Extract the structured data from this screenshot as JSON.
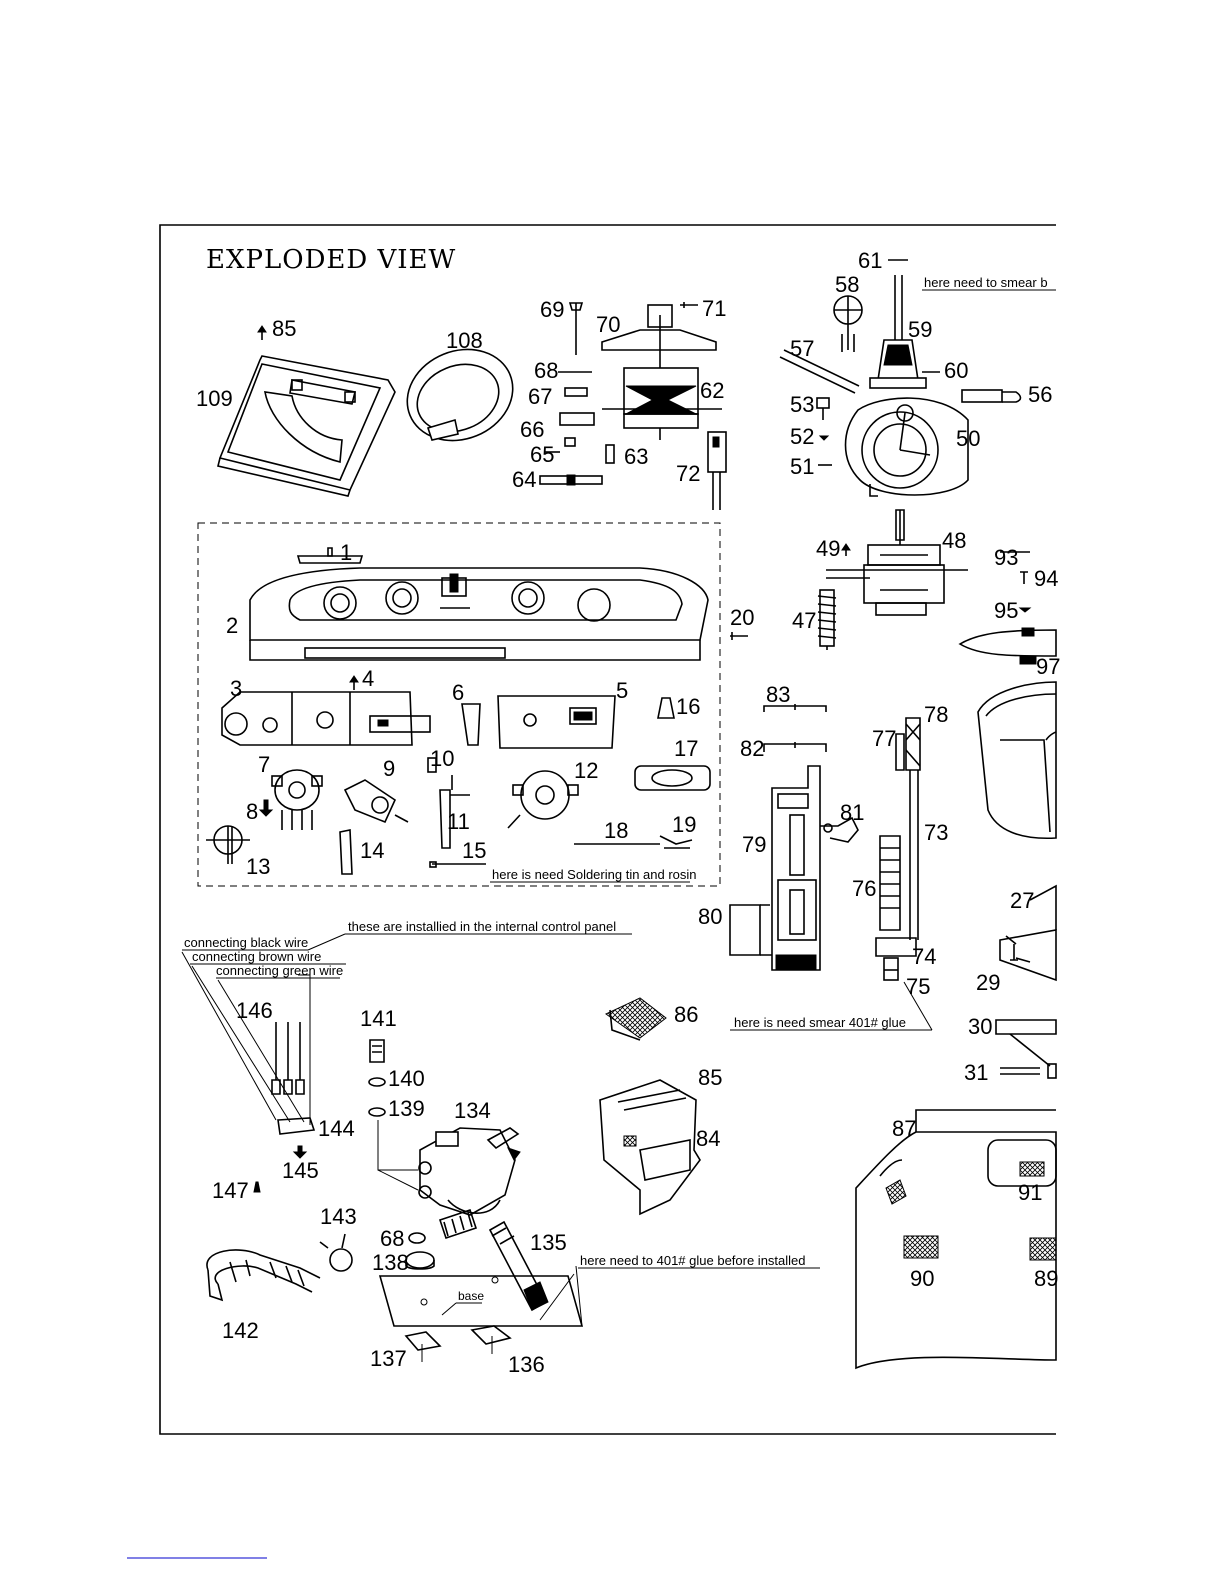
{
  "title": "EXPLODED VIEW",
  "notes": {
    "smear_top": "here need to smear b",
    "soldering": "here is need Soldering tin and rosin",
    "internal_panel": "these are installied in the internal control panel",
    "black_wire": "connecting black wire",
    "brown_wire": "connecting brown wire",
    "green_wire": "connecting green wire",
    "smear_401": "here is need smear 401# glue",
    "glue_401": "here need to 401# glue before installed",
    "base": "base"
  },
  "callouts": [
    "1",
    "2",
    "3",
    "4",
    "5",
    "6",
    "7",
    "8",
    "9",
    "10",
    "11",
    "12",
    "13",
    "14",
    "15",
    "16",
    "17",
    "18",
    "19",
    "20",
    "27",
    "29",
    "30",
    "31",
    "47",
    "48",
    "49",
    "50",
    "51",
    "52",
    "53",
    "56",
    "57",
    "58",
    "59",
    "60",
    "61",
    "62",
    "63",
    "64",
    "65",
    "66",
    "67",
    "68",
    "69",
    "70",
    "71",
    "72",
    "73",
    "74",
    "75",
    "76",
    "77",
    "78",
    "79",
    "80",
    "81",
    "82",
    "83",
    "84",
    "85",
    "86",
    "87",
    "89",
    "90",
    "91",
    "93",
    "94",
    "95",
    "97",
    "108",
    "109",
    "134",
    "135",
    "136",
    "137",
    "138",
    "139",
    "140",
    "141",
    "142",
    "143",
    "144",
    "145",
    "146",
    "147"
  ],
  "icons": {
    "footer_link": "link-underline-icon"
  }
}
